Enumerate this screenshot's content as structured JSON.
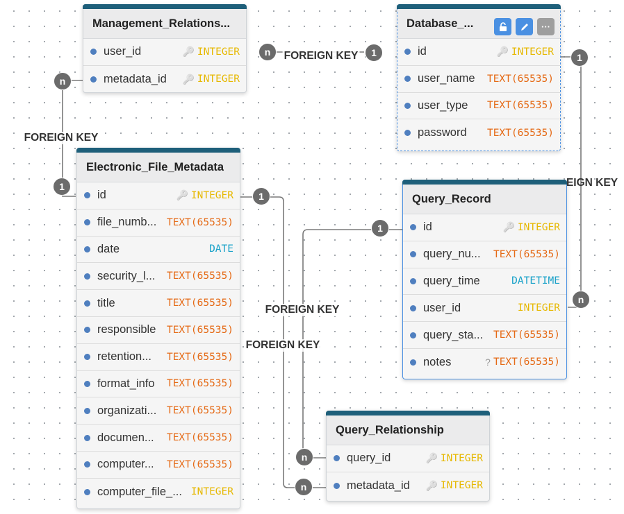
{
  "colors": {
    "header_bar": "#1e5f7a",
    "pk_type": "#e6b800",
    "text_type": "#e56a16",
    "date_type": "#1aa2c9",
    "edge": "#7a7a7a",
    "badge": "#6b6b6b",
    "selection": "#4a90e2"
  },
  "icons": {
    "key": "key-icon",
    "nullable": "question-icon"
  },
  "tables": {
    "management": {
      "title": "Management_Relations...",
      "columns": [
        {
          "name": "user_id",
          "type": "INTEGER",
          "key": "🔑"
        },
        {
          "name": "metadata_id",
          "type": "INTEGER",
          "key": "🔑"
        }
      ]
    },
    "database": {
      "title": "Database_...",
      "buttons": {
        "unlock": "unlock-icon",
        "edit": "pencil-icon",
        "more": "more-icon",
        "more_glyph": "···"
      },
      "columns": [
        {
          "name": "id",
          "type": "INTEGER",
          "key": "🔑"
        },
        {
          "name": "user_name",
          "type": "TEXT(65535)"
        },
        {
          "name": "user_type",
          "type": "TEXT(65535)"
        },
        {
          "name": "password",
          "type": "TEXT(65535)"
        }
      ]
    },
    "metadata": {
      "title": "Electronic_File_Metadata",
      "columns": [
        {
          "name": "id",
          "type": "INTEGER",
          "key": "🔑"
        },
        {
          "name": "file_numb...",
          "type": "TEXT(65535)"
        },
        {
          "name": "date",
          "type": "DATE"
        },
        {
          "name": "security_l...",
          "type": "TEXT(65535)"
        },
        {
          "name": "title",
          "type": "TEXT(65535)"
        },
        {
          "name": "responsible",
          "type": "TEXT(65535)"
        },
        {
          "name": "retention...",
          "type": "TEXT(65535)"
        },
        {
          "name": "format_info",
          "type": "TEXT(65535)"
        },
        {
          "name": "organizati...",
          "type": "TEXT(65535)"
        },
        {
          "name": "documen...",
          "type": "TEXT(65535)"
        },
        {
          "name": "computer...",
          "type": "TEXT(65535)"
        },
        {
          "name": "computer_file_...",
          "type": "INTEGER"
        }
      ]
    },
    "query_record": {
      "title": "Query_Record",
      "columns": [
        {
          "name": "id",
          "type": "INTEGER",
          "key": "🔑"
        },
        {
          "name": "query_nu...",
          "type": "TEXT(65535)"
        },
        {
          "name": "query_time",
          "type": "DATETIME"
        },
        {
          "name": "user_id",
          "type": "INTEGER"
        },
        {
          "name": "query_sta...",
          "type": "TEXT(65535)"
        },
        {
          "name": "notes",
          "type": "TEXT(65535)",
          "key": "?"
        }
      ]
    },
    "query_rel": {
      "title": "Query_Relationship",
      "columns": [
        {
          "name": "query_id",
          "type": "INTEGER",
          "key": "🔑"
        },
        {
          "name": "metadata_id",
          "type": "INTEGER",
          "key": "🔑"
        }
      ]
    }
  },
  "edges": [
    {
      "label": "FOREIGN KEY",
      "from": "n",
      "to": "1"
    },
    {
      "label": "FOREIGN KEY",
      "from": "n",
      "to": "1"
    },
    {
      "label": "EIGN KEY",
      "from": "n",
      "to": "1"
    },
    {
      "label": "FOREIGN KEY",
      "from": "n",
      "to": "1"
    },
    {
      "label": "FOREIGN KEY",
      "from": "n",
      "to": "1"
    }
  ]
}
